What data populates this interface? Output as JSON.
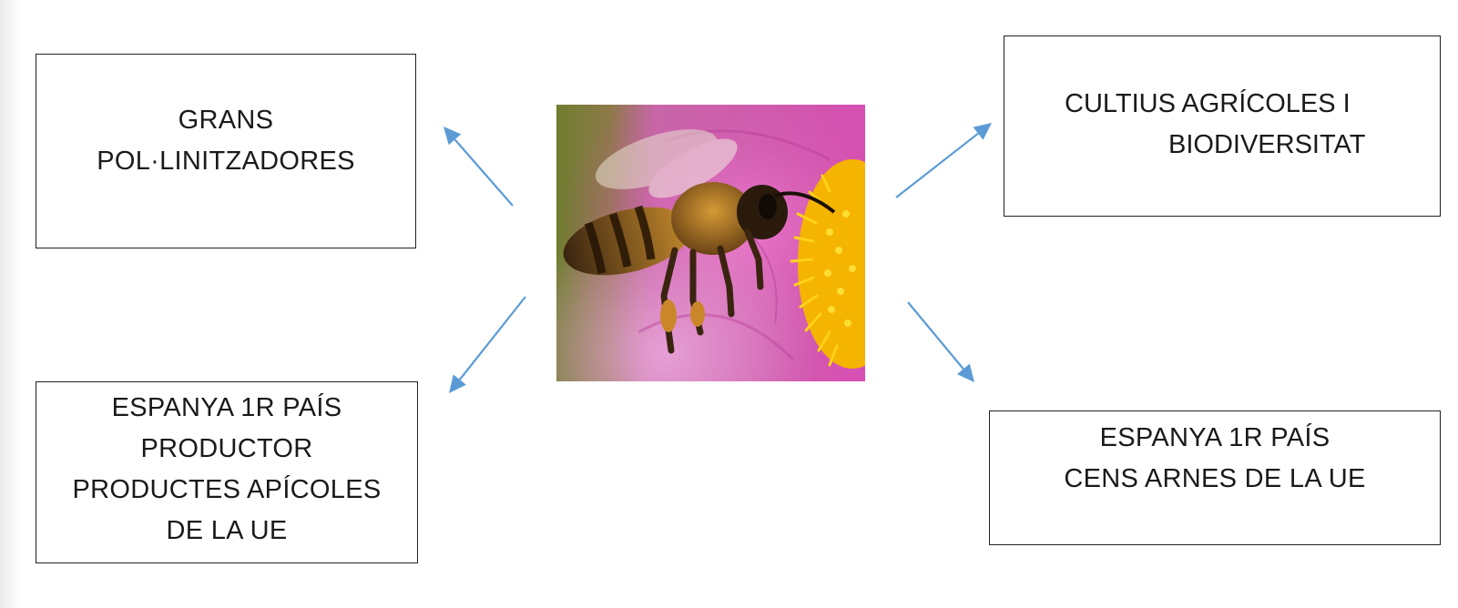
{
  "boxes": {
    "grans": {
      "lines": [
        "GRANS",
        "POL·LINITZADORES"
      ]
    },
    "cultius": {
      "lines": [
        "CULTIUS AGRÍCOLES I",
        "BIODIVERSITAT"
      ]
    },
    "productor": {
      "lines": [
        "ESPANYA 1R PAÍS",
        "PRODUCTOR",
        "PRODUCTES APÍCOLES",
        "DE LA UE"
      ]
    },
    "cens": {
      "lines": [
        "ESPANYA 1R PAÍS",
        "CENS ARNES DE LA UE"
      ]
    }
  },
  "colors": {
    "arrow": "#5b9bd5",
    "box_border": "#222222",
    "text": "#1a1a1a"
  },
  "image": {
    "subject": "honeybee-on-flower-photo"
  }
}
